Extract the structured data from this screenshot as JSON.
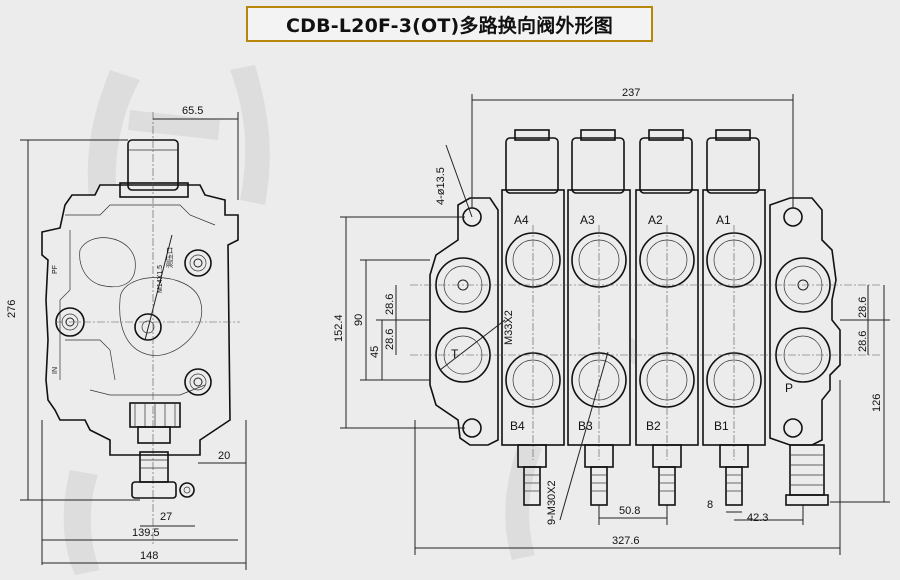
{
  "title": "CDB-L20F-3(OT)多路换向阀外形图",
  "left_view": {
    "dims": {
      "top_width": "65.5",
      "height": "276",
      "right_offset": "20",
      "bottom_small": "27",
      "bottom_mid": "139.5",
      "bottom_total": "148"
    },
    "labels": {
      "port_pf": "PF",
      "port_in": "IN",
      "gauge_thread": "M14X1.5",
      "gauge_name": "测压口"
    }
  },
  "right_view": {
    "dims": {
      "top_width": "237",
      "mount_holes": "4-ø13.5",
      "height_total": "152.4",
      "height_90": "90",
      "v_28_6_a": "28.6",
      "v_28_6_b": "28.6",
      "v_45": "45",
      "right_28_6_a": "28.6",
      "right_28_6_b": "28.6",
      "right_126": "126",
      "thread_side": "M33X2",
      "thread_bottom": "9-M30X2",
      "pitch": "50.8",
      "offset_8": "8",
      "offset_42_3": "42.3",
      "bottom_total": "327.6"
    },
    "ports": {
      "a4": "A4",
      "a3": "A3",
      "a2": "A2",
      "a1": "A1",
      "b4": "B4",
      "b3": "B3",
      "b2": "B2",
      "b1": "B1",
      "t": "T",
      "p": "P"
    }
  }
}
